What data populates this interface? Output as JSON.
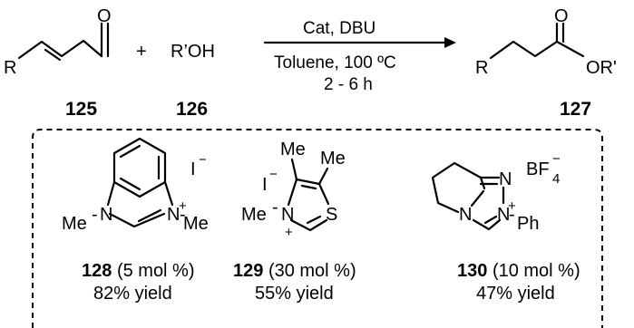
{
  "reaction": {
    "reactant_aldehyde": {
      "substituent": "R",
      "oxygen": "O",
      "number": "125"
    },
    "plus": "+",
    "reactant_alcohol": {
      "formula": "R’OH",
      "number": "126"
    },
    "conditions": {
      "above": "Cat, DBU",
      "solvent_temp": "Toluene, 100 ºC",
      "time": "2 - 6 h"
    },
    "product": {
      "substituent": "R",
      "oxygen": "O",
      "ester": "OR'",
      "number": "127"
    }
  },
  "catalysts": [
    {
      "number": "128",
      "loading": "(5 mol %)",
      "yield": "82% yield",
      "counterion": "I",
      "counterion_charge": "−",
      "n_left": "N",
      "n_right": "N",
      "cation_charge": "+",
      "me_left": "Me",
      "me_right": "Me",
      "dash": "-"
    },
    {
      "number": "129",
      "loading": "(30 mol %)",
      "yield": "55% yield",
      "counterion": "I",
      "counterion_charge": "−",
      "n": "N",
      "s": "S",
      "cation_charge": "+",
      "me_top": "Me",
      "me_right": "Me",
      "me_n": "Me",
      "dash": "-"
    },
    {
      "number": "130",
      "loading": "(10 mol %)",
      "yield": "47% yield",
      "counterion": "BF",
      "counterion_sub": "4",
      "counterion_charge": "−",
      "n_top": "N",
      "n_left": "N",
      "n_plus": "N",
      "cation_charge": "+",
      "phenyl": "Ph",
      "dash": "-"
    }
  ]
}
